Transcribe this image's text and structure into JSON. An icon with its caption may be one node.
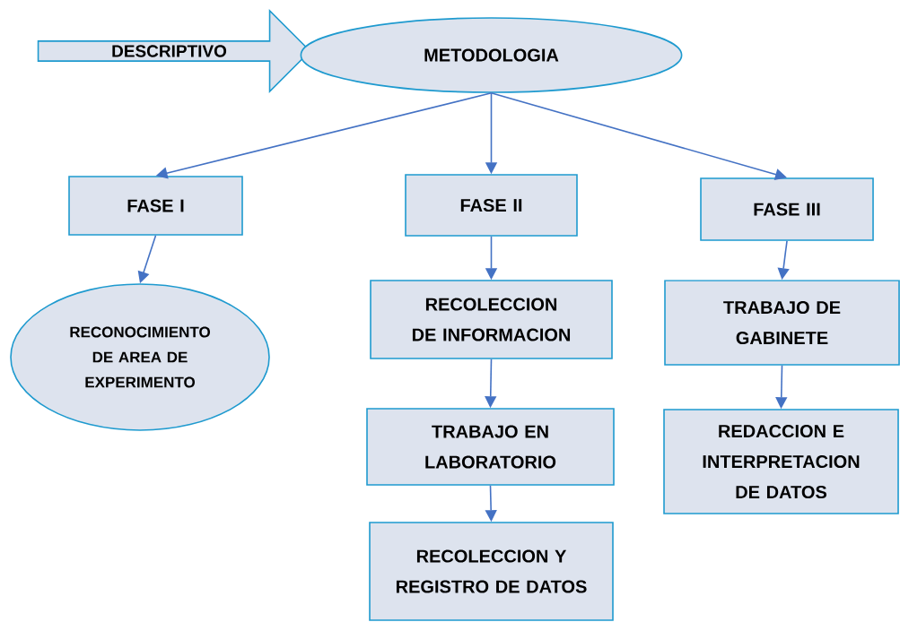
{
  "diagram": {
    "nodes": [
      {
        "text": [
          "DESCRIPTIVO"
        ]
      },
      {
        "text": [
          "METODOLOGIA"
        ]
      },
      {
        "text": [
          "FASE I"
        ]
      },
      {
        "text": [
          "FASE II"
        ]
      },
      {
        "text": [
          "FASE III"
        ]
      },
      {
        "text": [
          "RECONOCIMIENTO DE AREA DE EXPERIMENTO"
        ]
      },
      {
        "text": [
          "RECOLECCION DE INFORMACION"
        ]
      },
      {
        "text": [
          "TRABAJO EN LABORATORIO"
        ]
      },
      {
        "text": [
          "RECOLECCION Y REGISTRO DE DATOS"
        ]
      },
      {
        "text": [
          "TRABAJO DE GABINETE"
        ]
      },
      {
        "text": [
          "REDACCION E INTERPRETACION DE DATOS"
        ]
      }
    ],
    "edges": [
      {
        "from": 1,
        "to": 2,
        "arrow": "to"
      },
      {
        "from": 1,
        "to": 3,
        "arrow": "to"
      },
      {
        "from": 1,
        "to": 4,
        "arrow": "to"
      },
      {
        "from": 2,
        "to": 5,
        "arrow": "to"
      },
      {
        "from": 3,
        "to": 6,
        "arrow": "to"
      },
      {
        "from": 6,
        "to": 7,
        "arrow": "to"
      },
      {
        "from": 7,
        "to": 8,
        "arrow": "to"
      },
      {
        "from": 4,
        "to": 9,
        "arrow": "to"
      },
      {
        "from": 9,
        "to": 10,
        "arrow": "to"
      }
    ]
  }
}
